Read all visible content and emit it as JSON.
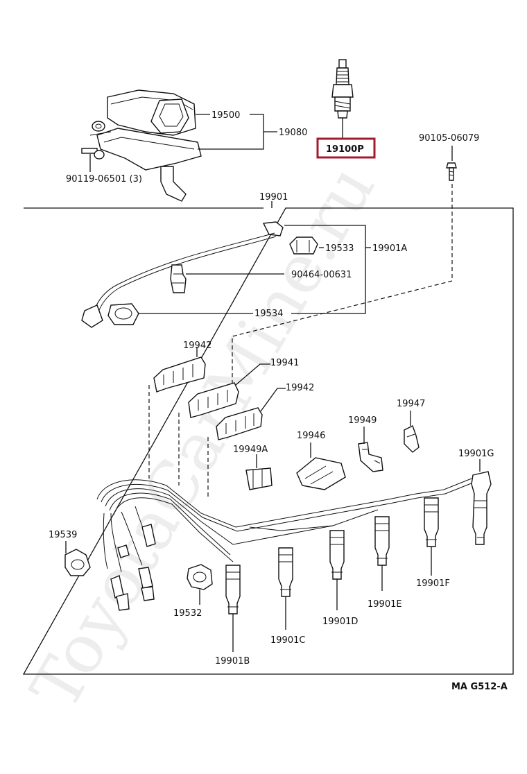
{
  "diagram_code": "MA  G512-A",
  "watermark": "ToyotaCarMine.ru",
  "highlight_color": "#a3192e",
  "labels": {
    "p19500": "19500",
    "p19080": "19080",
    "p90119": "90119-06501 (3)",
    "p19100P": "19100P",
    "p90105": "90105-06079",
    "p19901": "19901",
    "p19533": "19533",
    "p19901A": "19901A",
    "p90464": "90464-00631",
    "p19534": "19534",
    "p19942a": "19942",
    "p19941": "19941",
    "p19942b": "19942",
    "p19947": "19947",
    "p19949": "19949",
    "p19946": "19946",
    "p19949A": "19949A",
    "p19901G": "19901G",
    "p19539": "19539",
    "p19532": "19532",
    "p19901F": "19901F",
    "p19901E": "19901E",
    "p19901D": "19901D",
    "p19901C": "19901C",
    "p19901B": "19901B"
  }
}
